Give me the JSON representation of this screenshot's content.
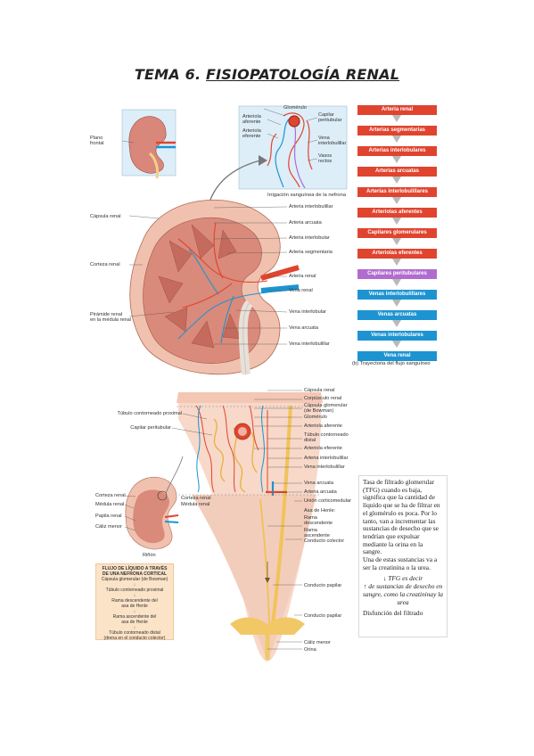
{
  "title": {
    "prefix": "TEMA 6. ",
    "main": "FISIOPATOLOGÍA RENAL"
  },
  "top_left_labels": [
    {
      "text": "Plano\nfrontal",
      "x": 0
    },
    {
      "text": "Cápsula renal"
    },
    {
      "text": "Corteza renal"
    },
    {
      "text": "Pirámide renal\nen la médula renal"
    }
  ],
  "nephron_inset_labels": {
    "glomerulo": "Glomérulo",
    "arteriola_aferente": "Arteriola\naferente",
    "arteriola_eferente": "Arteriola\neferente",
    "capilar_peritubular": "Capilar\nperitubular",
    "vena_interlobulillar": "Vena\ninterlobulillar",
    "vasos_rectos": "Vasos\nrectos",
    "caption": "Irrigación sanguínea de la nefrona"
  },
  "kidney_right_labels": [
    "Arteria interlobulillar",
    "Arteria arcuata",
    "Arteria interlobular",
    "Arteria segmentaria",
    "Arteria renal",
    "Vena renal",
    "Vena interlobular",
    "Vena arcuata",
    "Vena interlobulillar"
  ],
  "flow_boxes": [
    {
      "label": "Arteria renal",
      "color": "red"
    },
    {
      "label": "Arterias segmentarias",
      "color": "red"
    },
    {
      "label": "Arterias interlobulares",
      "color": "red"
    },
    {
      "label": "Arterias arcuatas",
      "color": "red"
    },
    {
      "label": "Arterias interlobulillares",
      "color": "red"
    },
    {
      "label": "Arteriolas aferentes",
      "color": "red"
    },
    {
      "label": "Capilares glomerulares",
      "color": "red"
    },
    {
      "label": "Arteriolas eferentes",
      "color": "red"
    },
    {
      "label": "Capilares peritubulares",
      "color": "purple"
    },
    {
      "label": "Venas interlobulillares",
      "color": "blue"
    },
    {
      "label": "Venas arcuatas",
      "color": "blue"
    },
    {
      "label": "Venas interlobulares",
      "color": "blue"
    },
    {
      "label": "Vena renal",
      "color": "blue"
    }
  ],
  "flow_caption": "(b) Trayectoria del flujo sanguíneo",
  "lower_left_labels": [
    "Túbulo contorneado proximal",
    "Capilar peritubular",
    "Corteza renal",
    "Médula renal",
    "Papila renal",
    "Cáliz menor",
    "Riñón",
    "Corteza renal",
    "Médula renal"
  ],
  "lower_right_labels": [
    "Cápsula renal",
    "Corpúsculo renal",
    "Cápsula glomerular\n(de Bowman)",
    "Glomérulo",
    "Arteriola aferente",
    "Túbulo contorneado\ndistal",
    "Arteriola eferente",
    "Arteria interlobulillar",
    "Vena interlobulillar",
    "Vena arcuata",
    "Arteria arcuata",
    "Unión corticomedular",
    "Asa de Henle:",
    "Rama\ndescendente",
    "Rama\nascendente",
    "Conducto colector",
    "Conducto papilar",
    "Conducto papilar",
    "Cáliz menor",
    "Orina"
  ],
  "flow_legend": {
    "heading": "FLUJO DE LÍQUIDO A TRAVÉS\nDE UNA NEFRONA CORTICAL",
    "steps": [
      "Cápsula glomerular (de Bowman)",
      "Túbulo contorneado proximal",
      "Rama descendente del\nasa de Henle",
      "Rama ascendente del\nasa de Henle",
      "Túbulo contorneado distal\n(drena en el conducto colector)"
    ]
  },
  "note": {
    "para1": "Tasa de filtrado glomerular (TFG) cuando es baja, significa que la cantidad de líquido que se ha de filtrar en el glomérulo es poca. Por lo tanto, van a incrementar las sustancias de desecho que se tendrían que expulsar mediante la orina en la sangre.",
    "para2": "Una de estas sustancias va a ser la creatinina o la urea.",
    "formula": "↓ TFG es decir\n↑ de sustancias de desecho en sangre, como la creatininay la urea",
    "footer": "Disfunción del filtrado"
  },
  "colors": {
    "artery": "#e0442f",
    "capillary": "#b16ccf",
    "vein": "#1d94d1",
    "cortex": "#e9b3a3",
    "medulla": "#c97f72"
  }
}
